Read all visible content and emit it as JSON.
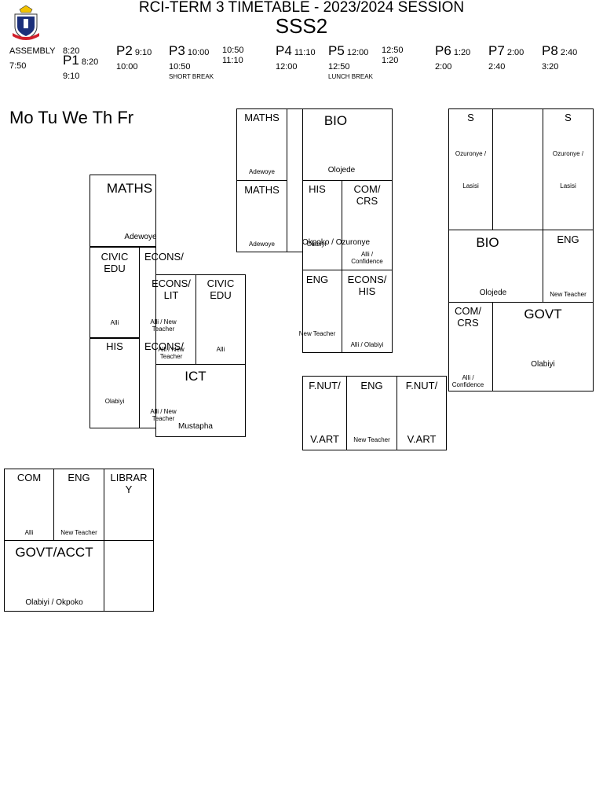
{
  "header": {
    "title": "RCI-TERM 3 TIMETABLE - 2023/2024 SESSION",
    "class": "SSS2",
    "assembly": {
      "label": "ASSEMBLY",
      "start": "7:50",
      "end": "8:20"
    },
    "periods": [
      {
        "name": "P1",
        "start": "8:20",
        "end": "9:10"
      },
      {
        "name": "P2",
        "start": "9:10",
        "end": "10:00"
      },
      {
        "name": "P3",
        "start": "10:00",
        "end": "10:50"
      },
      {
        "name": "P4",
        "start": "11:10",
        "end": "12:00"
      },
      {
        "name": "P5",
        "start": "12:00",
        "end": "12:50"
      },
      {
        "name": "P6",
        "start": "1:20",
        "end": "2:00"
      },
      {
        "name": "P7",
        "start": "2:00",
        "end": "2:40"
      },
      {
        "name": "P8",
        "start": "2:40",
        "end": "3:20"
      }
    ],
    "short_break": {
      "label": "SHORT BREAK",
      "start": "10:50",
      "end": "11:10"
    },
    "lunch_break": {
      "label": "LUNCH BREAK",
      "start": "12:50",
      "end": "1:20"
    }
  },
  "days_label": "Mo Tu We Th Fr",
  "labels": {
    "maths": "MATHS",
    "adewoye": "Adewoye",
    "bio": "BIO",
    "olojede": "Olojede",
    "his": "HIS",
    "com_crs_a": "COM/",
    "com_crs_b": "CRS",
    "okpoko_ozuronye": "Okpoko / Ozuronye",
    "alli_confidence_a": "Alli /",
    "alli_confidence_b": "Confidence",
    "alli_short": "Alli",
    "eng": "ENG",
    "econs_his_a": "ECONS/",
    "econs_his_b": "HIS",
    "new_teacher": "New Teacher",
    "alli_olabiyi": "Alli / Olabiyi",
    "s": "S",
    "ozuronye_a": "Ozuronye /",
    "lasisi": "Lasisi",
    "govt": "GOVT",
    "olabiyi": "Olabiyi",
    "civic_a": "CIVIC",
    "edu": "EDU",
    "econs_a": "ECONS/",
    "lit": "LIT",
    "alli_new_a": "Alli / New",
    "teacher": "Teacher",
    "ict": "ICT",
    "mustapha": "Mustapha",
    "fnut_a": "F.NUT/",
    "fnut_b": "V.ART",
    "com": "COM",
    "library_a": "LIBRAR",
    "library_b": "Y",
    "govt_acct": "GOVT/ACCT",
    "olabiyi_okpoko": "Olabiyi / Okpoko"
  }
}
